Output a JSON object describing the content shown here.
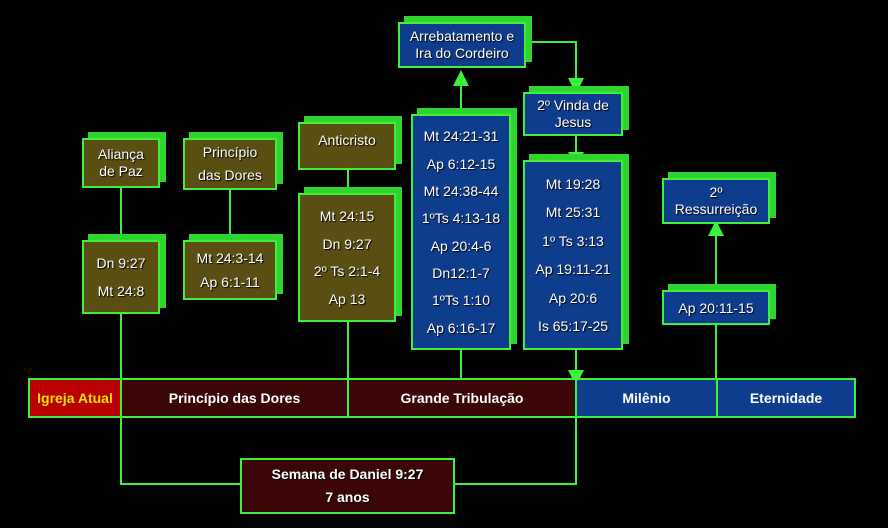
{
  "nodes": {
    "arrebatamento": {
      "l1": "Arrebatamento e",
      "l2": "Ira do Cordeiro"
    },
    "segunda_vinda": {
      "l1": "2º Vinda de",
      "l2": "Jesus"
    },
    "alianca": {
      "l1": "Aliança",
      "l2": "de Paz"
    },
    "principio": {
      "l1": "Princípio",
      "l2": "das Dores"
    },
    "anticristo": {
      "l1": "Anticristo"
    },
    "ressurreicao": {
      "l1": "2º",
      "l2": "Ressurreição"
    }
  },
  "refs": {
    "alianca": [
      "Dn 9:27",
      "Mt 24:8"
    ],
    "principio": [
      "Mt 24:3-14",
      "Ap 6:1-11"
    ],
    "anticristo": [
      "Mt 24:15",
      "Dn 9:27",
      "2º Ts 2:1-4",
      "Ap 13"
    ],
    "tribulacao": [
      "Mt 24:21-31",
      "Ap 6:12-15",
      "Mt 24:38-44",
      "1ºTs 4:13-18",
      "Ap 20:4-6",
      "Dn12:1-7",
      "1ºTs 1:10",
      "Ap 6:16-17"
    ],
    "milenio": [
      "Mt 19:28",
      "Mt 25:31",
      "1º Ts 3:13",
      "Ap 19:11-21",
      "Ap 20:6",
      "Is 65:17-25"
    ],
    "ressurreicao": [
      "Ap 20:11-15"
    ]
  },
  "timeline": {
    "igreja": "Igreja Atual",
    "principio": "Princípio das Dores",
    "tribulacao": "Grande Tribulação",
    "milenio": "Milênio",
    "eternidade": "Eternidade"
  },
  "semana": {
    "l1": "Semana de Daniel 9:27",
    "l2": "7 anos"
  },
  "colors": {
    "green": "#3cf03c",
    "olive": "#5a4e12",
    "blue": "#0d3d8c",
    "red": "#b80000",
    "maroon": "#3a0606"
  }
}
